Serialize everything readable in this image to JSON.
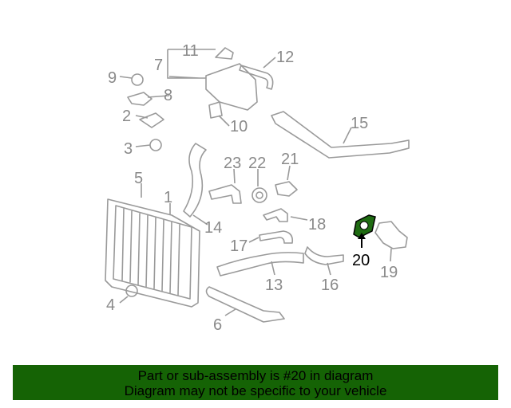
{
  "labels": {
    "p1": "1",
    "p2": "2",
    "p3": "3",
    "p4": "4",
    "p5": "5",
    "p6": "6",
    "p7": "7",
    "p8": "8",
    "p9": "9",
    "p10": "10",
    "p11": "11",
    "p12": "12",
    "p13": "13",
    "p14": "14",
    "p15": "15",
    "p16": "16",
    "p17": "17",
    "p18": "18",
    "p19": "19",
    "p20": "20",
    "p21": "21",
    "p22": "22",
    "p23": "23"
  },
  "highlighted_part": "20",
  "colors": {
    "highlight": "#1f6b12",
    "banner": "#156305",
    "lines": "#9a9a9a"
  },
  "banner": {
    "line1": "Part or sub-assembly is #20 in diagram",
    "line2": "Diagram may not be specific to your vehicle"
  }
}
